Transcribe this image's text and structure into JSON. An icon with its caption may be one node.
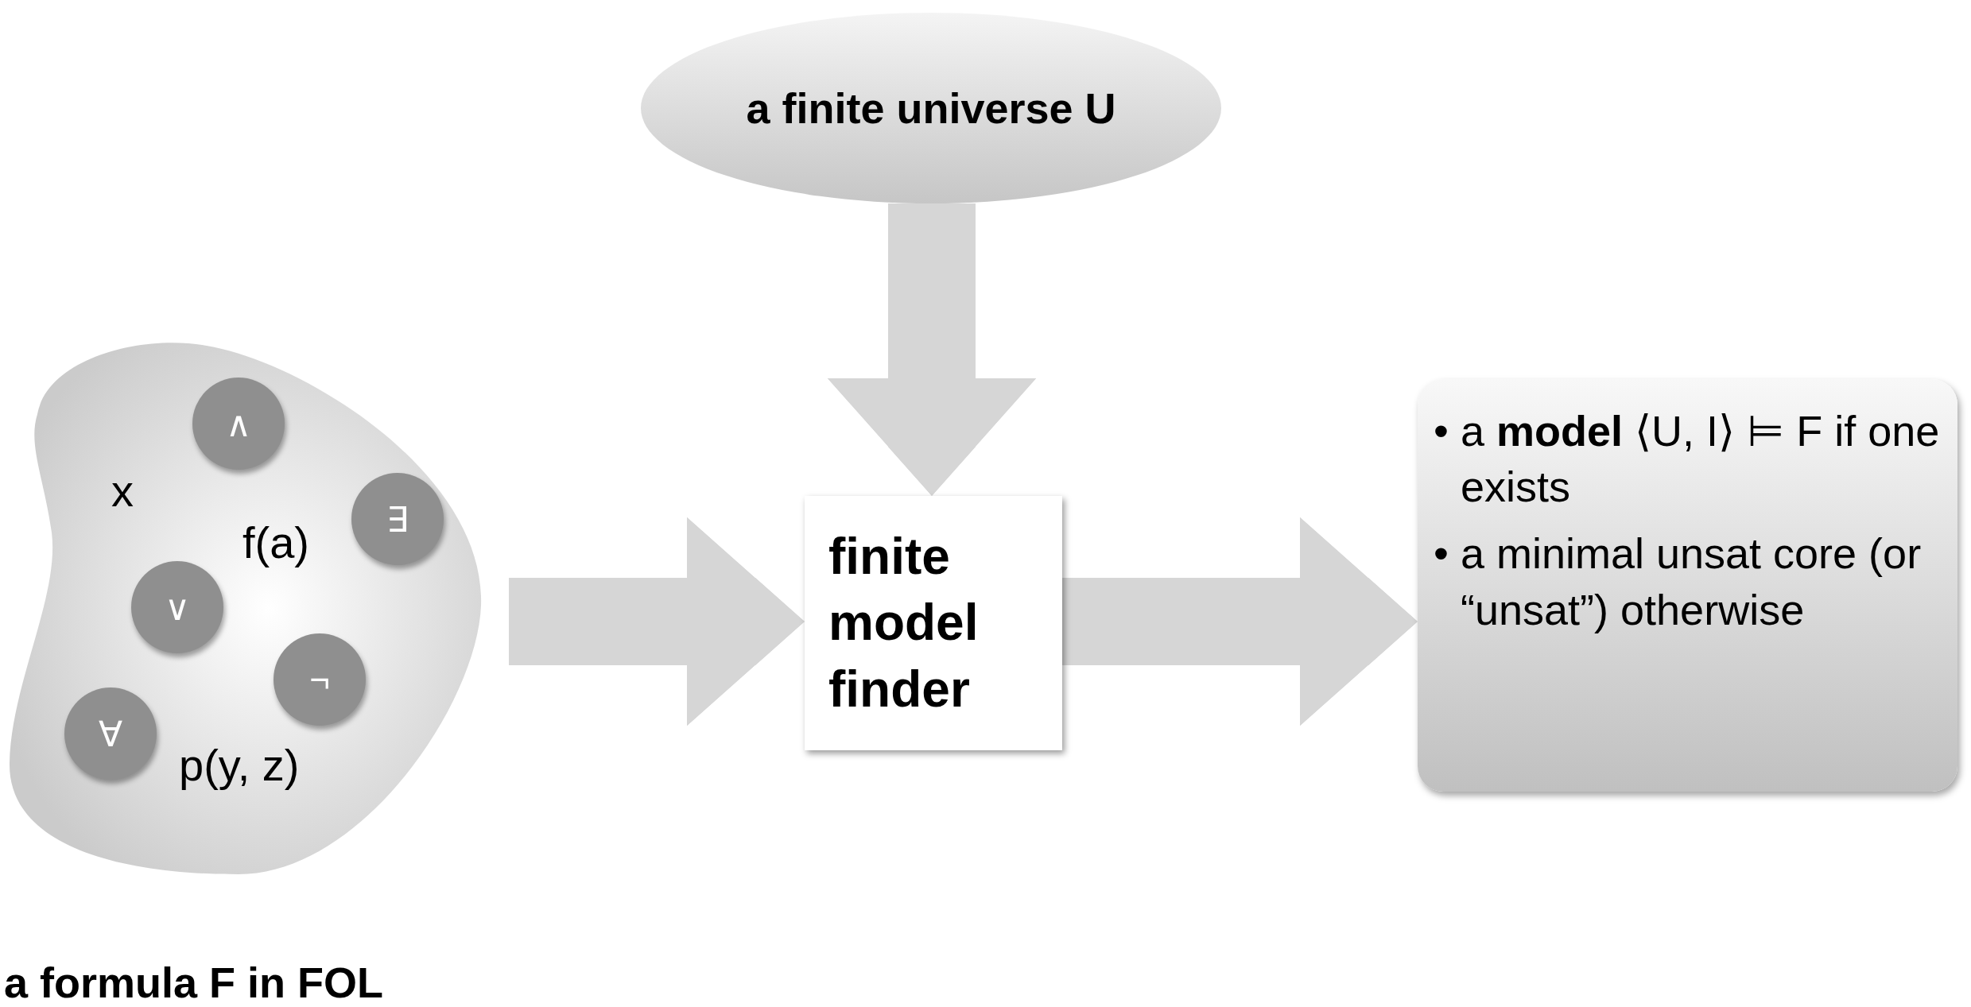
{
  "diagram": {
    "nodes": [
      {
        "text": [
          "a formula F in FOL"
        ]
      },
      {
        "text": [
          "∧"
        ],
        "in": 0
      },
      {
        "text": [
          "∃"
        ],
        "in": 0
      },
      {
        "text": [
          "∨"
        ],
        "in": 0
      },
      {
        "text": [
          "¬"
        ],
        "in": 0
      },
      {
        "text": [
          "∀"
        ],
        "in": 0
      },
      {
        "text": [
          "a finite universe U"
        ]
      },
      {
        "text": [
          "finite model finder"
        ]
      },
      {
        "text": [
          "• a **model** ⟨U, I⟩ ⊨ F if one exists",
          "• a minimal unsat core (or “unsat”) otherwise"
        ]
      }
    ],
    "edges": [
      {
        "from": 0,
        "to": 7,
        "arrow": "to"
      },
      {
        "from": 6,
        "to": 7,
        "arrow": "to"
      },
      {
        "from": 7,
        "to": 8,
        "arrow": "to"
      }
    ],
    "labels": [
      "x",
      "f(a)",
      "p(y, z)"
    ]
  }
}
